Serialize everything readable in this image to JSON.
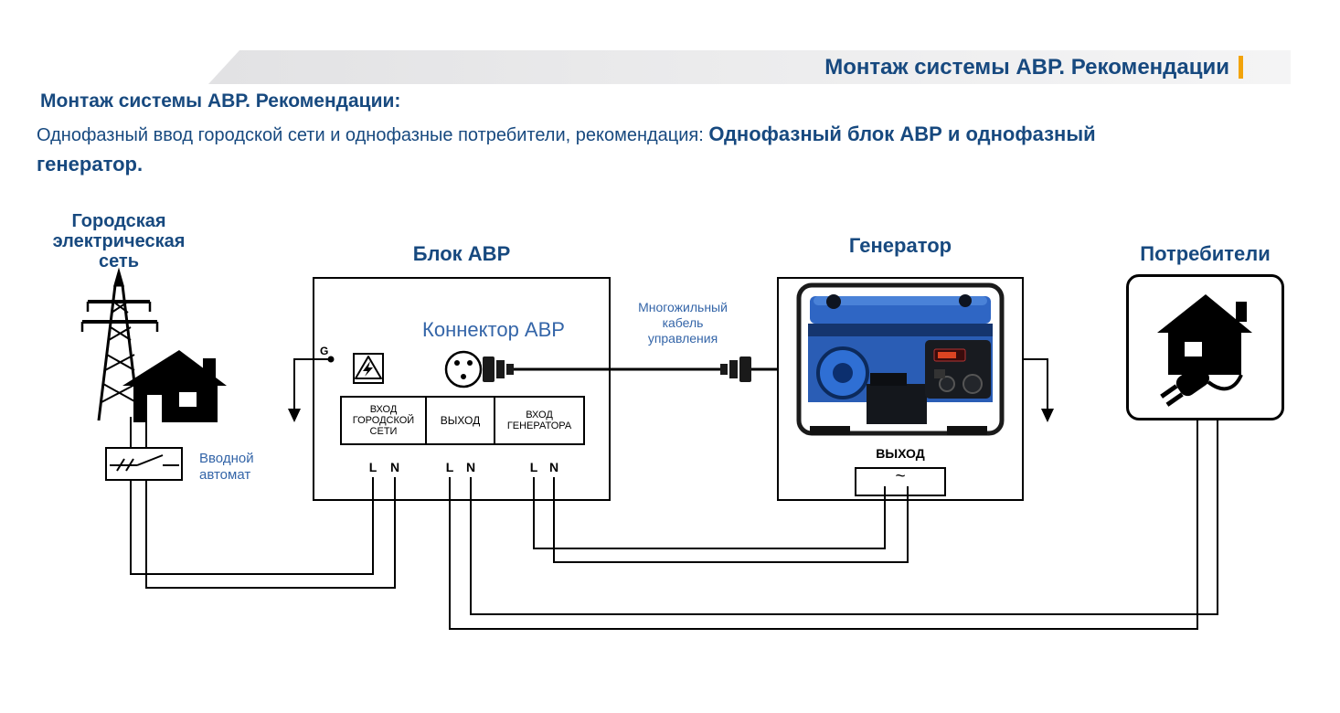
{
  "page": {
    "banner": {
      "title": "Монтаж системы АВР. Рекомендации"
    },
    "intro": {
      "heading": "Монтаж системы АВР. Рекомендации:",
      "body_regular": "Однофазный ввод городской сети и однофазные потребители, рекомендация: ",
      "body_bold": "Однофазный блок АВР и однофазный генератор."
    }
  },
  "diagram": {
    "city_network": {
      "label_line1": "Городская",
      "label_line2": "электрическая",
      "label_line3": "сеть",
      "breaker_line1": "Вводной",
      "breaker_line2": "автомат"
    },
    "avr_block": {
      "title": "Блок АВР",
      "connector_label": "Коннектор АВР",
      "ground_terminal": "G",
      "cell_city_input": "ВХОД ГОРОДСКОЙ СЕТИ",
      "cell_output": "ВЫХОД",
      "cell_generator_input": "ВХОД ГЕНЕРАТОРА",
      "terminals": {
        "city_l": "L",
        "city_n": "N",
        "out_l": "L",
        "out_n": "N",
        "gen_l": "L",
        "gen_n": "N"
      }
    },
    "control_cable": {
      "label_line1": "Многожильный",
      "label_line2": "кабель",
      "label_line3": "управления"
    },
    "generator": {
      "title": "Генератор",
      "output_label": "ВЫХОД",
      "output_symbol": "~"
    },
    "consumers": {
      "title": "Потребители"
    }
  },
  "colors": {
    "heading_blue": "#17497f",
    "label_blue": "#3465a8",
    "accent_orange": "#f2a30a",
    "wire_black": "#000000",
    "generator_blue": "#2a5db5"
  }
}
